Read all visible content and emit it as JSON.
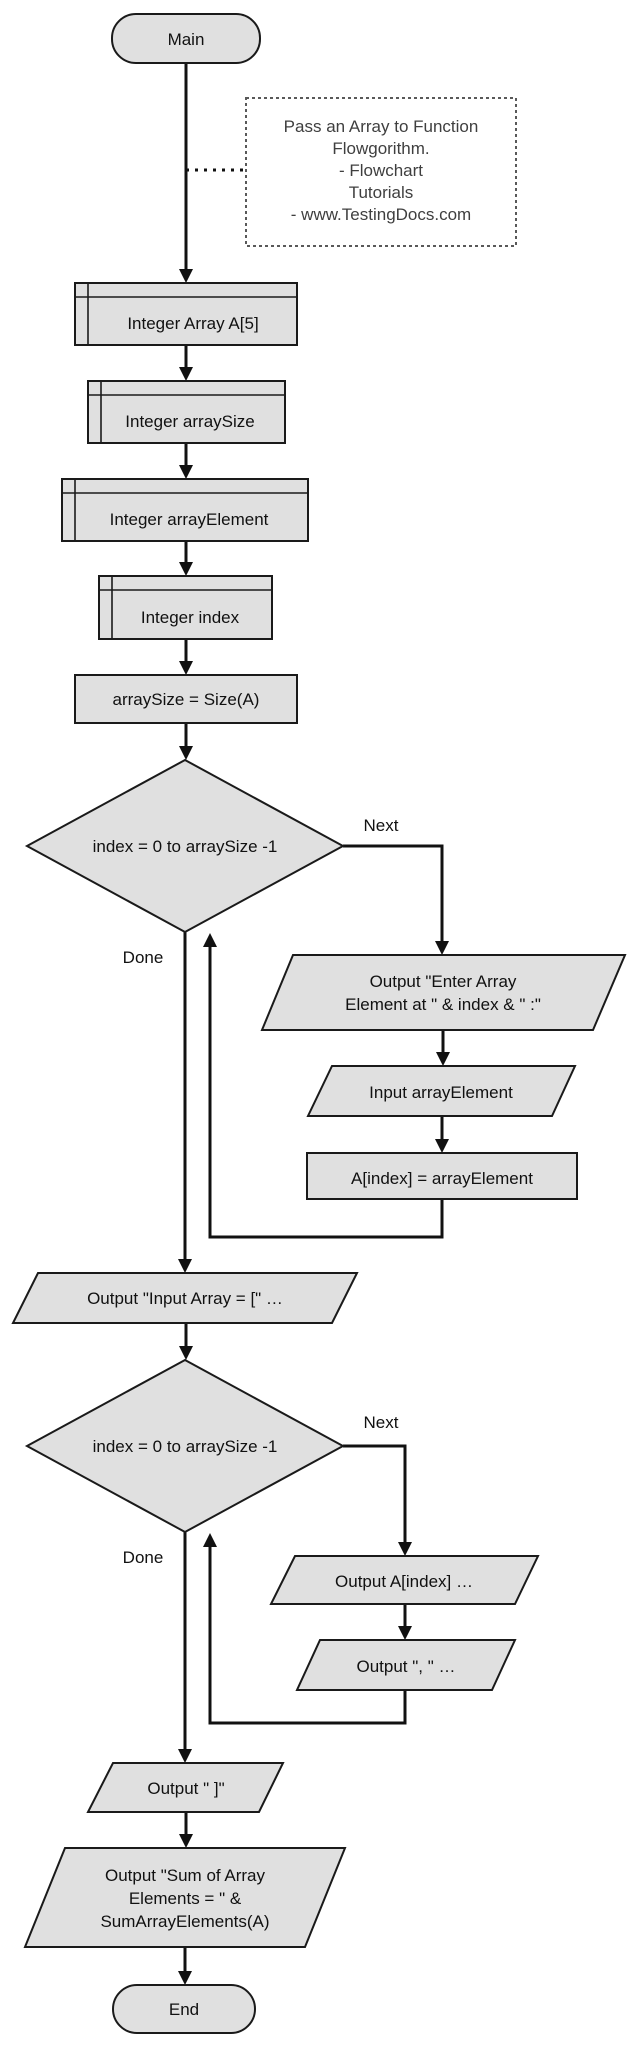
{
  "flowchart": {
    "comment": {
      "lines": [
        "Pass an Array to Function",
        "Flowgorithm.",
        "- Flowchart",
        "Tutorials",
        "- www.TestingDocs.com"
      ]
    },
    "nodes": {
      "main": "Main",
      "declare_array": "Integer Array A[5]",
      "declare_size": "Integer arraySize",
      "declare_element": "Integer arrayElement",
      "declare_index": "Integer index",
      "assign_size": "arraySize = Size(A)",
      "loop1_condition": "index = 0 to arraySize -1",
      "output_prompt_line1": "Output \"Enter Array",
      "output_prompt_line2": "Element at \" & index & \" :\"",
      "input_element": "Input arrayElement",
      "assign_element": "A[index] = arrayElement",
      "output_array": "Output \"Input Array = [\" …",
      "loop2_condition": "index = 0 to arraySize -1",
      "output_element": "Output A[index] …",
      "output_comma": "Output \", \" …",
      "output_bracket": "Output \" ]\"",
      "output_sum_line1": "Output \"Sum of Array",
      "output_sum_line2": "Elements = \" &",
      "output_sum_line3": "SumArrayElements(A)",
      "end": "End"
    },
    "labels": {
      "loop1_next": "Next",
      "loop1_done": "Done",
      "loop2_next": "Next",
      "loop2_done": "Done"
    },
    "colors": {
      "shape_fill": "#e0e0e0",
      "shape_border": "#1a1a1a",
      "line_color": "#111111",
      "text_color": "#111111",
      "comment_border": "#595959",
      "comment_text": "#3f3f3f",
      "background": "#ffffff"
    }
  }
}
